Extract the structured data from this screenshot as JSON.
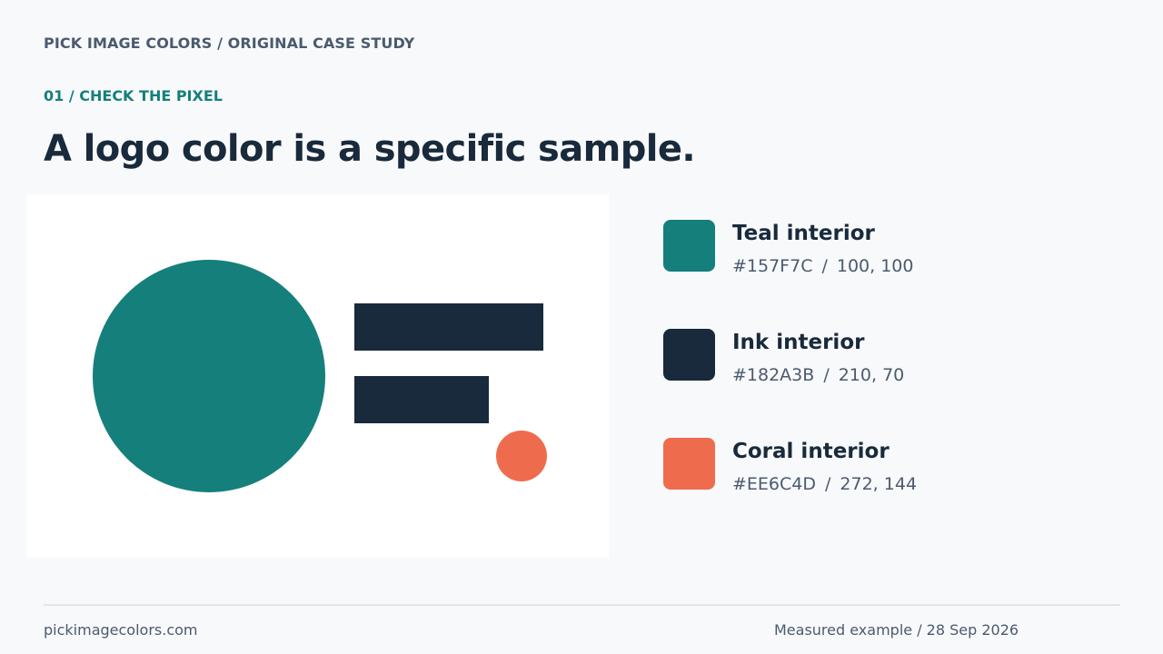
{
  "header": {
    "kicker": "PICK IMAGE COLORS / ORIGINAL CASE STUDY",
    "step": "01 / CHECK THE PIXEL",
    "title": "A logo color is a specific sample."
  },
  "logo": {
    "circle_color": "#157F7C",
    "bar_color": "#182A3B",
    "dot_color": "#EE6C4D",
    "background": "#FFFFFF"
  },
  "swatches": [
    {
      "name": "Teal interior",
      "hex": "#157F7C",
      "coords": "100, 100",
      "color": "#157F7C"
    },
    {
      "name": "Ink interior",
      "hex": "#182A3B",
      "coords": "210, 70",
      "color": "#182A3B"
    },
    {
      "name": "Coral interior",
      "hex": "#EE6C4D",
      "coords": "272, 144",
      "color": "#EE6C4D"
    }
  ],
  "separator": "/",
  "footer": {
    "site": "pickimagecolors.com",
    "note": "Measured example / 28 Sep 2026"
  }
}
